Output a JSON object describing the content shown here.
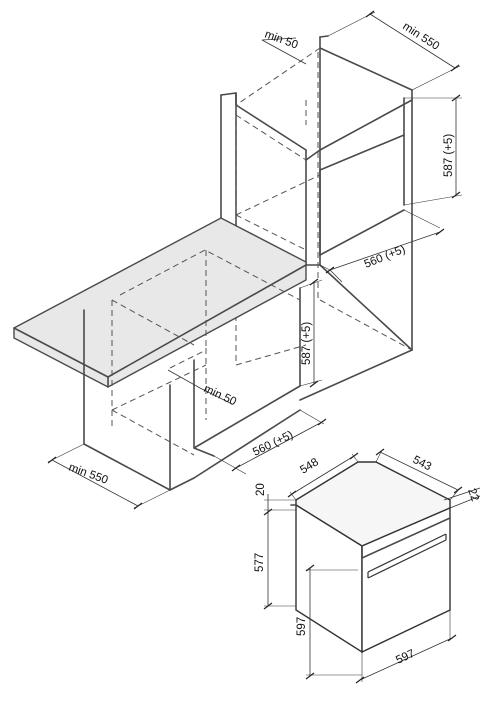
{
  "diagram": {
    "labels": {
      "tall_top_depth": "min 550",
      "tall_top_gap": "min 50",
      "tall_niche_height": "587 (+5)",
      "tall_niche_width": "560 (+5)",
      "under_niche_height": "587 (+5)",
      "under_gap": "min 50",
      "under_niche_width": "560 (+5)",
      "under_depth": "min 550",
      "oven_depth": "548",
      "oven_top_depth": "543",
      "oven_panel": "20",
      "oven_front_offset": "22",
      "oven_body_height": "577",
      "oven_height": "597",
      "oven_width": "597"
    },
    "colors": {
      "line": "#4a4a4a",
      "shelf": "#e8e8e8",
      "background": "#ffffff"
    }
  }
}
